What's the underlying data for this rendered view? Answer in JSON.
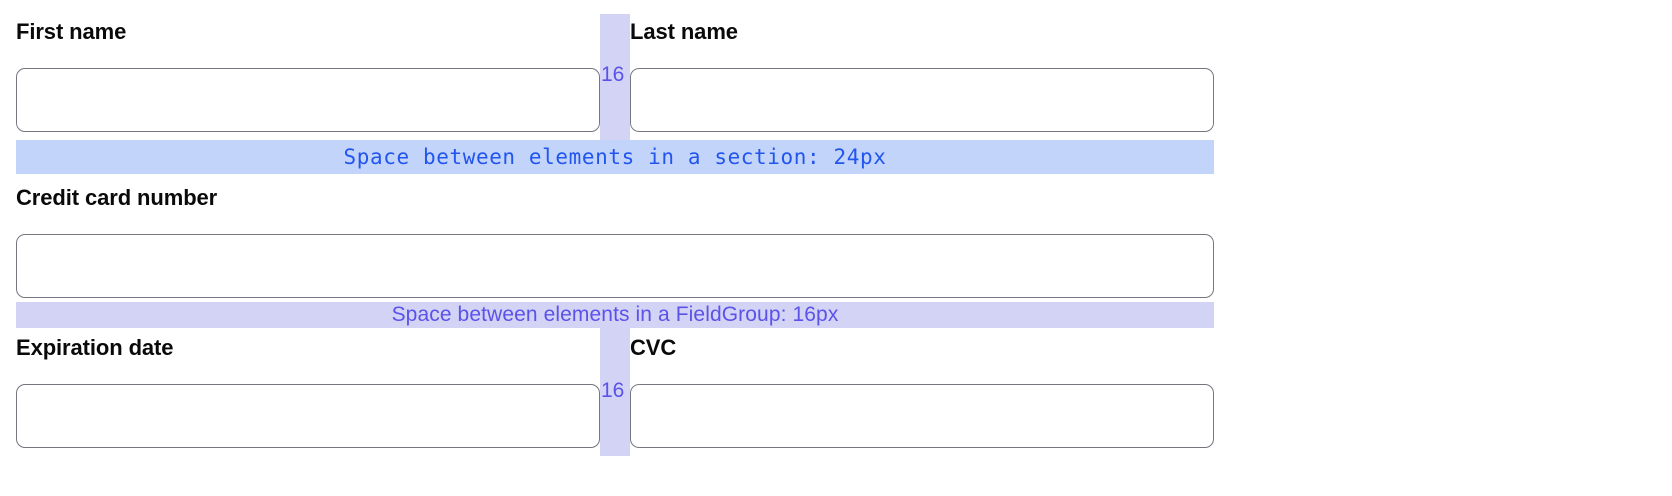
{
  "form": {
    "rows": [
      {
        "fields": [
          {
            "label": "First name",
            "value": "",
            "placeholder": ""
          },
          {
            "label": "Last name",
            "value": "",
            "placeholder": ""
          }
        ],
        "gap_label": "16"
      },
      {
        "fields": [
          {
            "label": "Credit card number",
            "value": "",
            "placeholder": ""
          }
        ]
      },
      {
        "fields": [
          {
            "label": "Expiration date",
            "value": "",
            "placeholder": ""
          },
          {
            "label": "CVC",
            "value": "",
            "placeholder": ""
          }
        ],
        "gap_label": "16"
      }
    ]
  },
  "annotations": {
    "section_spacing": {
      "text": "Space between elements in a section: 24px",
      "color": "#2255ee",
      "background": "#c3d4fb",
      "value": "24px"
    },
    "fieldgroup_spacing": {
      "text": "Space between elements in a FieldGroup: 16px",
      "color": "#5b53e8",
      "background": "#d3d3f6",
      "value": "16px"
    },
    "column_gap": {
      "label": "16",
      "color": "#5b53e8",
      "background": "#d3d3f6"
    }
  },
  "colors": {
    "input_border": "#767680",
    "label_text": "#0a0a0a",
    "page_background": "#ffffff"
  }
}
